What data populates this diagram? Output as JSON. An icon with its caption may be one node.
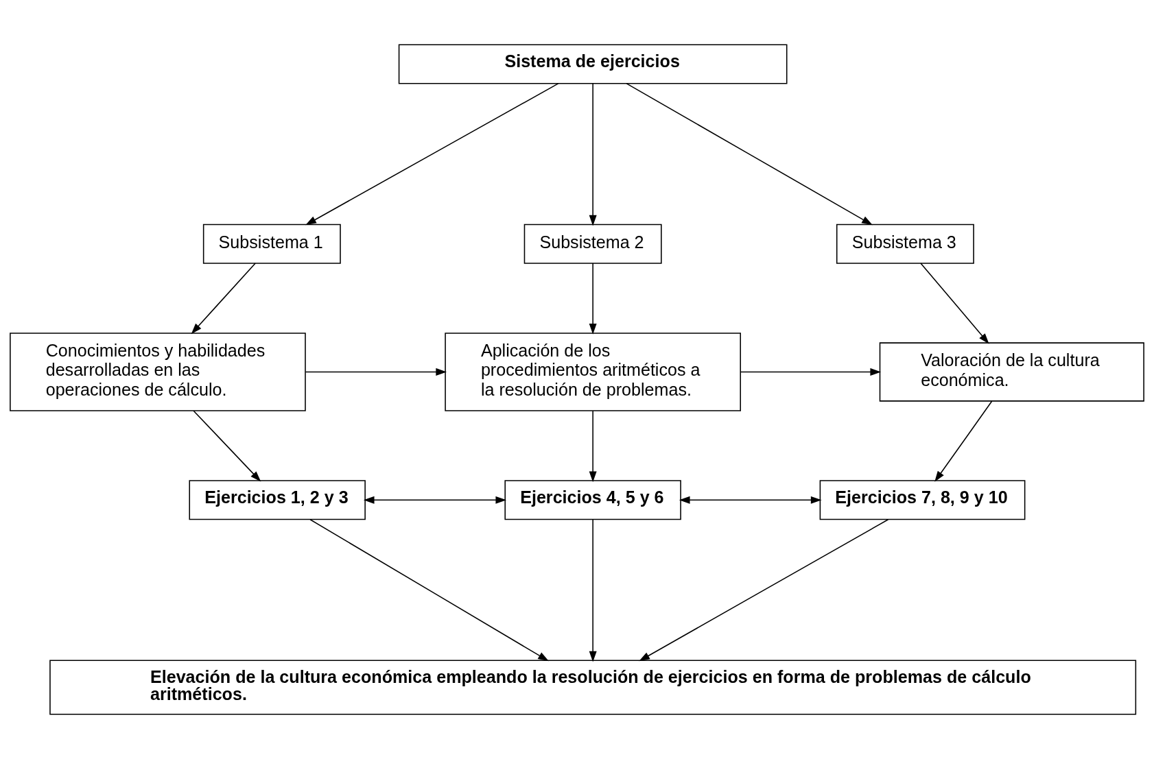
{
  "diagram": {
    "nodes": [
      {
        "text": [
          "Sistema de ejercicios"
        ]
      },
      {
        "text": [
          "Subsistema 1"
        ]
      },
      {
        "text": [
          "Subsistema 2"
        ]
      },
      {
        "text": [
          "Subsistema 3"
        ]
      },
      {
        "text": [
          "Conocimientos y habilidades desarrolladas en las operaciones de cálculo."
        ]
      },
      {
        "text": [
          "Aplicación de los procedimientos aritméticos a la resolución de problemas."
        ]
      },
      {
        "text": [
          "Valoración de la cultura económica."
        ]
      },
      {
        "text": [
          "Ejercicios 1, 2 y 3"
        ]
      },
      {
        "text": [
          "Ejercicios 4, 5 y 6"
        ]
      },
      {
        "text": [
          "Ejercicios 7, 8, 9 y 10"
        ]
      },
      {
        "text": [
          "Elevación de la cultura económica empleando la resolución de ejercicios en forma de problemas de cálculo aritméticos."
        ]
      }
    ],
    "edges": [
      {
        "from": 0,
        "to": 1,
        "arrow": "to"
      },
      {
        "from": 0,
        "to": 2,
        "arrow": "to"
      },
      {
        "from": 0,
        "to": 3,
        "arrow": "to"
      },
      {
        "from": 1,
        "to": 4,
        "arrow": "to"
      },
      {
        "from": 2,
        "to": 5,
        "arrow": "to"
      },
      {
        "from": 3,
        "to": 6,
        "arrow": "to"
      },
      {
        "from": 4,
        "to": 5,
        "arrow": "to"
      },
      {
        "from": 5,
        "to": 6,
        "arrow": "to"
      },
      {
        "from": 4,
        "to": 7,
        "arrow": "to"
      },
      {
        "from": 5,
        "to": 8,
        "arrow": "to"
      },
      {
        "from": 6,
        "to": 9,
        "arrow": "to"
      },
      {
        "from": 7,
        "to": 8,
        "arrow": "both"
      },
      {
        "from": 8,
        "to": 9,
        "arrow": "both"
      },
      {
        "from": 7,
        "to": 10,
        "arrow": "to"
      },
      {
        "from": 8,
        "to": 10,
        "arrow": "to"
      },
      {
        "from": 9,
        "to": 10,
        "arrow": "to"
      }
    ]
  }
}
